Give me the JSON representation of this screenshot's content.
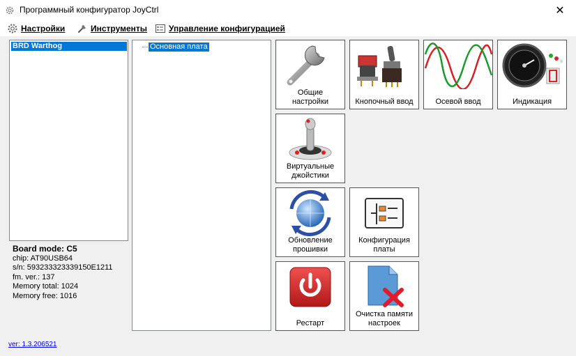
{
  "window": {
    "title": "Программный конфигуратор JoyCtrl",
    "close_glyph": "✕"
  },
  "menu": [
    {
      "label": "Настройки",
      "icon": "gear-icon"
    },
    {
      "label": "Инструменты",
      "icon": "wrench-icon"
    },
    {
      "label": "Управление конфигурацией",
      "icon": "config-icon"
    }
  ],
  "devices": {
    "selected": "BRD Warthog"
  },
  "tree": {
    "root": "Основная плата"
  },
  "board": {
    "mode": "Board mode: C5",
    "chip": "chip: AT90USB64",
    "sn": "s/n: 593233323339150E1211",
    "fm": "fm. ver.: 137",
    "mem_total": "Memory total: 1024",
    "mem_free": "Memory free: 1016"
  },
  "version": "ver: 1.3.206521",
  "tiles": {
    "general": {
      "line1": "Общие",
      "line2": "настройки",
      "icon": "wrench-icon"
    },
    "buttons": {
      "label": "Кнопочный ввод",
      "icon": "toggle-switch-icon"
    },
    "axis": {
      "label": "Осевой ввод",
      "icon": "sine-wave-icon"
    },
    "indication": {
      "label": "Индикация",
      "icon": "gauge-icon"
    },
    "virtual": {
      "line1": "Виртуальные",
      "line2": "джойстики",
      "icon": "joystick-icon"
    },
    "firmware": {
      "line1": "Обновление",
      "line2": "прошивки",
      "icon": "refresh-globe-icon"
    },
    "boardcfg": {
      "line1": "Конфигурация",
      "line2": "платы",
      "icon": "board-config-icon"
    },
    "restart": {
      "label": "Рестарт",
      "icon": "power-icon"
    },
    "clear": {
      "line1": "Очистка памяти",
      "line2": "настроек",
      "icon": "delete-file-icon"
    }
  },
  "colors": {
    "selection": "#0078d7",
    "power_red": "#d42a2a",
    "wave_red": "#d62020",
    "wave_green": "#1a9a2a"
  }
}
